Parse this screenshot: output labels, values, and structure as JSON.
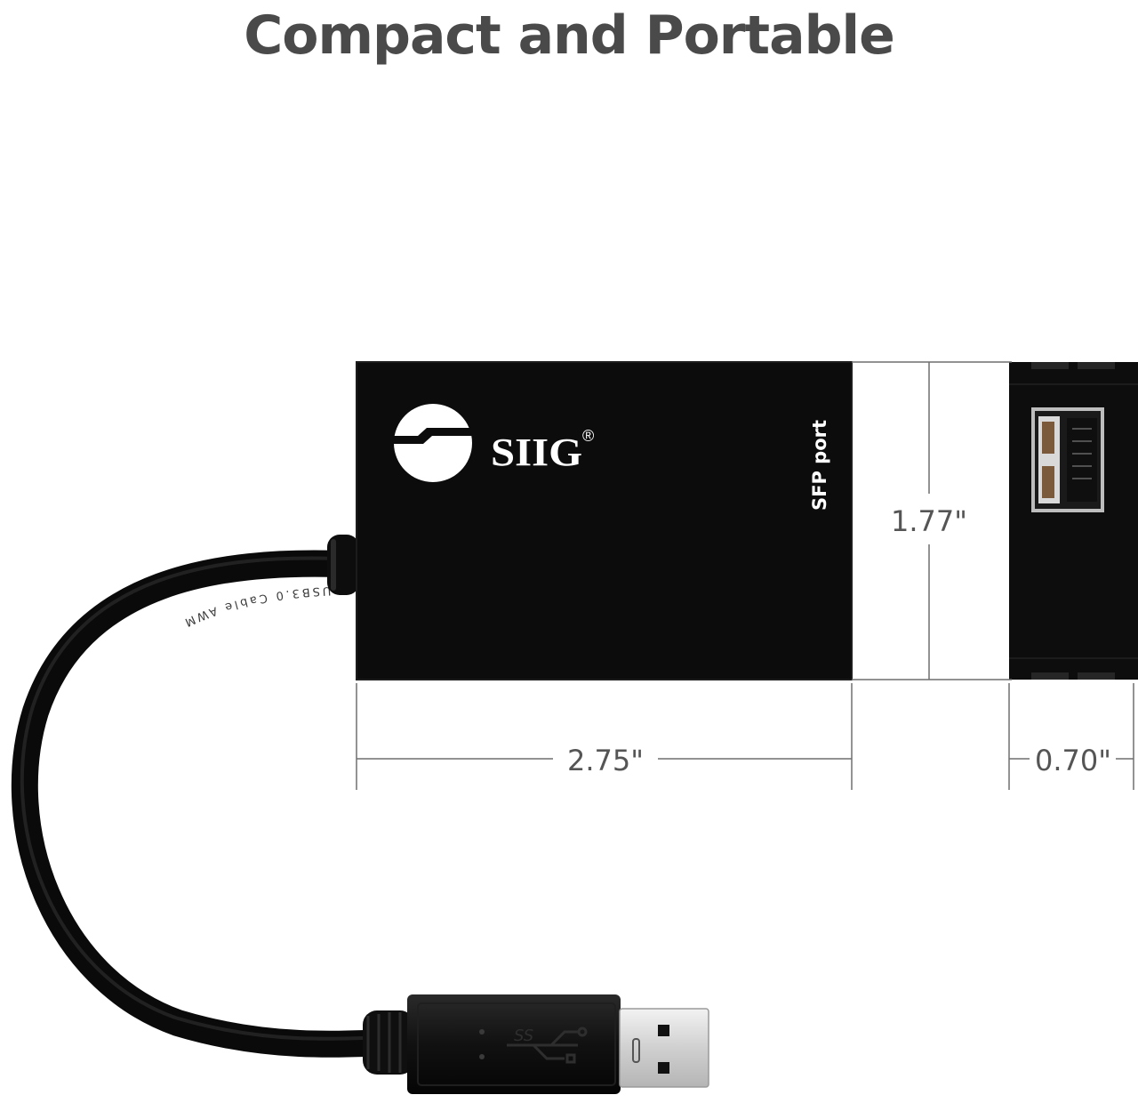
{
  "headline": "Compact and Portable",
  "product": {
    "brand": "SIIG",
    "registered_mark": "®",
    "port_label": "SFP port",
    "cable_print": "USB3.0 Cable AWM"
  },
  "dimensions": {
    "width": "2.75\"",
    "height": "1.77\"",
    "depth": "0.70\""
  },
  "colors": {
    "headline": "#4a4a4a",
    "device_body": "#0c0c0c",
    "dimension_line": "#6f6f6f",
    "dimension_text": "#555555",
    "port_label": "#ffffff",
    "usb_metal": "#d8d8d8",
    "usb_contact": "#111111"
  },
  "icons": {
    "logo": "siig-logo-icon",
    "usb_trident": "superspeed-usb-icon"
  }
}
